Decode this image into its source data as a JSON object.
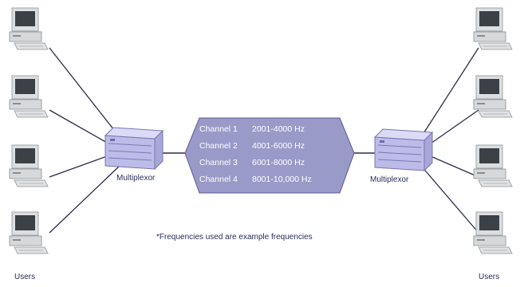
{
  "multiplexor_left_label": "Multiplexor",
  "multiplexor_right_label": "Multiplexor",
  "users_left_label": "Users",
  "users_right_label": "Users",
  "channels": [
    {
      "name": "Channel 1",
      "range": "2001-4000 Hz"
    },
    {
      "name": "Channel 2",
      "range": "4001-6000 Hz"
    },
    {
      "name": "Channel 3",
      "range": "6001-8000 Hz"
    },
    {
      "name": "Channel 4",
      "range": "8001-10,000 Hz"
    }
  ],
  "footnote": "*Frequencies used are example frequencies",
  "colors": {
    "channel_box": "#9a9ac8",
    "multiplexor": "#c9c8ee",
    "computer_body": "#d8dadc",
    "screen": "#3c4148",
    "line": "#2b2b4a"
  }
}
